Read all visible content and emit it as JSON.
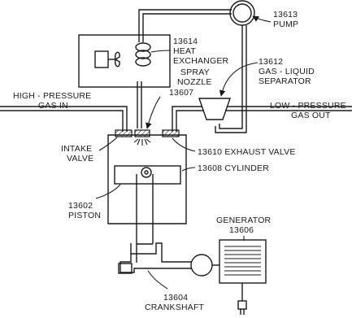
{
  "labels": {
    "pump": [
      "13613",
      "PUMP"
    ],
    "heat_exchanger": [
      "13614",
      "HEAT",
      "EXCHANGER"
    ],
    "separator": [
      "13612",
      "GAS - LIQUID",
      "SEPARATOR"
    ],
    "spray_nozzle": [
      "SPRAY",
      "NOZZLE",
      "13607"
    ],
    "high_pressure_gas": [
      "HIGH - PRESSURE",
      "GAS IN"
    ],
    "low_pressure_gas": [
      "LOW - PRESSURE",
      "GAS OUT"
    ],
    "intake_valve": [
      "INTAKE",
      "VALVE"
    ],
    "exhaust_valve": [
      "13610 EXHAUST VALVE"
    ],
    "cylinder": [
      "13608 CYLINDER"
    ],
    "piston": [
      "13602",
      "PISTON"
    ],
    "generator": [
      "GENERATOR",
      "13606"
    ],
    "crankshaft": [
      "13604",
      "CRANKSHAFT"
    ]
  }
}
